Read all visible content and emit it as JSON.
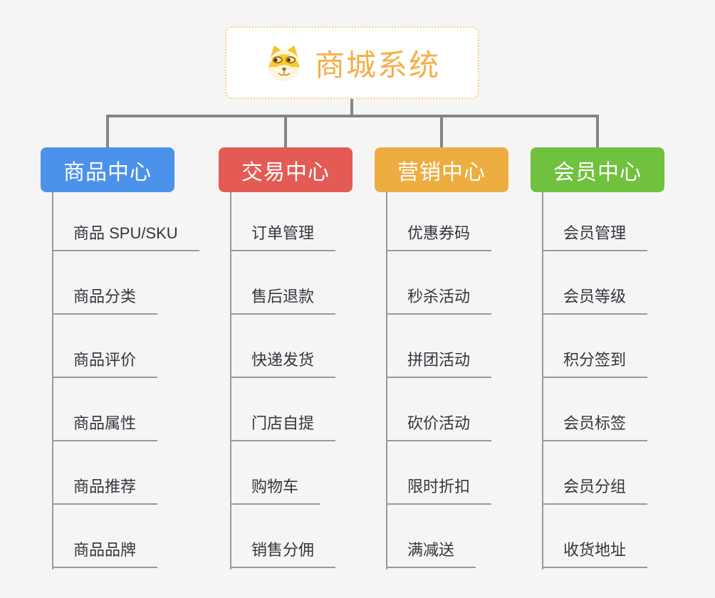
{
  "root": {
    "title": "商城系统",
    "icon": "dog-icon"
  },
  "branches": [
    {
      "label": "商品中心",
      "color": "#4B92EA",
      "items": [
        "商品 SPU/SKU",
        "商品分类",
        "商品评价",
        "商品属性",
        "商品推荐",
        "商品品牌"
      ]
    },
    {
      "label": "交易中心",
      "color": "#E45B56",
      "items": [
        "订单管理",
        "售后退款",
        "快递发货",
        "门店自提",
        "购物车",
        "销售分佣"
      ]
    },
    {
      "label": "营销中心",
      "color": "#EEAD40",
      "items": [
        "优惠券码",
        "秒杀活动",
        "拼团活动",
        "砍价活动",
        "限时折扣",
        "满减送"
      ]
    },
    {
      "label": "会员中心",
      "color": "#70C13D",
      "items": [
        "会员管理",
        "会员等级",
        "积分签到",
        "会员标签",
        "会员分组",
        "收货地址"
      ]
    }
  ],
  "colors": {
    "background": "#F5F5F5",
    "connector": "#858585",
    "item_line": "#98999B",
    "item_text": "#32363C",
    "title": "#F5AE4B",
    "root_border": "#F3CD8E",
    "header_text": "#FFFFFF",
    "dog_yellow": "#F8CB2D",
    "dog_cream": "#FEF5DF",
    "dog_brown": "#A97618"
  }
}
